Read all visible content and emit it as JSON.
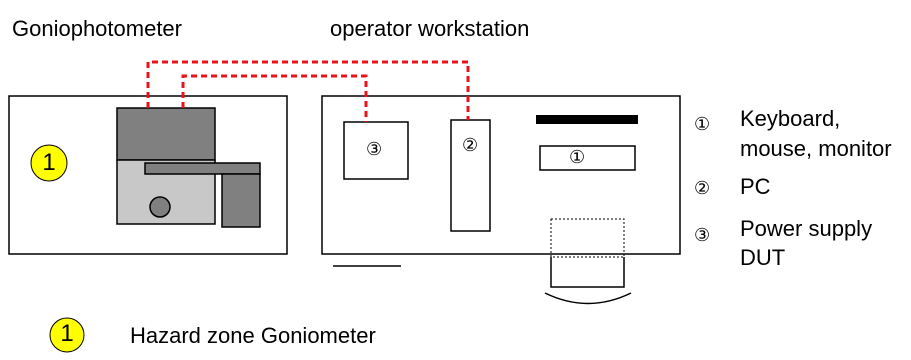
{
  "labels": {
    "goniophotometer": "Goniophotometer",
    "workstation": "operator workstation"
  },
  "markers": {
    "zone": "1",
    "monitor": "①",
    "pc": "②",
    "power": "③"
  },
  "legend": {
    "items": [
      {
        "num": "①",
        "lines": [
          "Keyboard,",
          "mouse, monitor"
        ]
      },
      {
        "num": "②",
        "lines": [
          "PC"
        ]
      },
      {
        "num": "③",
        "lines": [
          "Power supply",
          "DUT"
        ]
      }
    ],
    "hazard_num": "1",
    "hazard_text": "Hazard zone Goniometer"
  },
  "colors": {
    "cable": "#e8141c",
    "hazard_fill": "#ffff00",
    "dark_gray": "#808080",
    "light_gray": "#c8c8c8"
  }
}
